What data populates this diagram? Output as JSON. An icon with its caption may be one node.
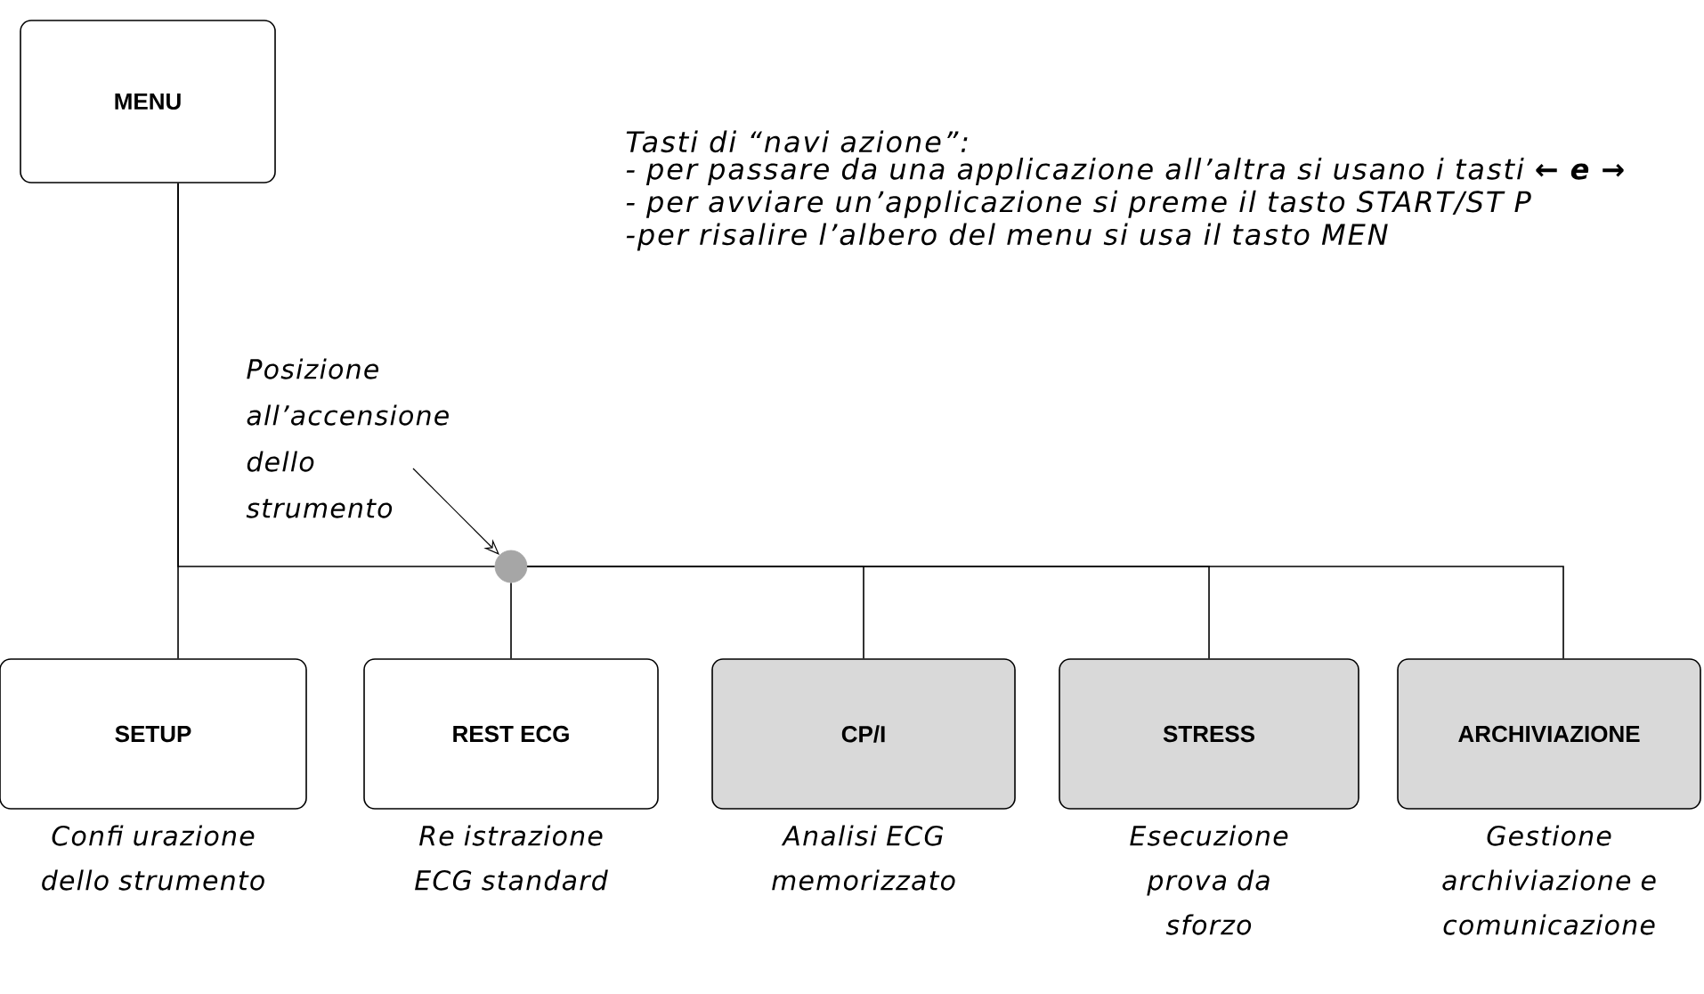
{
  "diagram": {
    "nodes": [
      {
        "text": [
          "MENU"
        ]
      },
      {
        "text": [
          "Posizione all’accensione dello strumento"
        ]
      },
      {
        "text": [],
        "shape": "circle"
      },
      {
        "text": [
          "SETUP"
        ],
        "beside": [
          "Confi urazione dello strumento"
        ]
      },
      {
        "text": [
          "REST ECG"
        ],
        "beside": [
          "Re istrazione ECG standard"
        ]
      },
      {
        "text": [
          "CP/I"
        ],
        "beside": [
          "Analisi ECG memorizzato"
        ]
      },
      {
        "text": [
          "STRESS"
        ],
        "beside": [
          "Esecuzione prova da sforzo"
        ]
      },
      {
        "text": [
          "ARCHIVIAZIONE"
        ],
        "beside": [
          "Gestione archiviazione e comunicazione"
        ]
      }
    ],
    "edges": [
      {
        "from": 0,
        "to": 3,
        "arrow": "none"
      },
      {
        "from": 0,
        "to": 2,
        "arrow": "none"
      },
      {
        "from": 2,
        "to": 4,
        "arrow": "none"
      },
      {
        "from": 2,
        "to": 5,
        "arrow": "none"
      },
      {
        "from": 2,
        "to": 6,
        "arrow": "none"
      },
      {
        "from": 2,
        "to": 7,
        "arrow": "none"
      },
      {
        "from": 1,
        "to": 2,
        "arrow": "to"
      }
    ],
    "labels": [
      "Tasti di “navi azione”:",
      "- per passare da una applicazione all’altra si usano i tasti **← e →**",
      "- per avviare un’applicazione si preme il tasto START/ST P",
      "-per risalire l’albero del menu si usa il tasto MEN"
    ]
  }
}
